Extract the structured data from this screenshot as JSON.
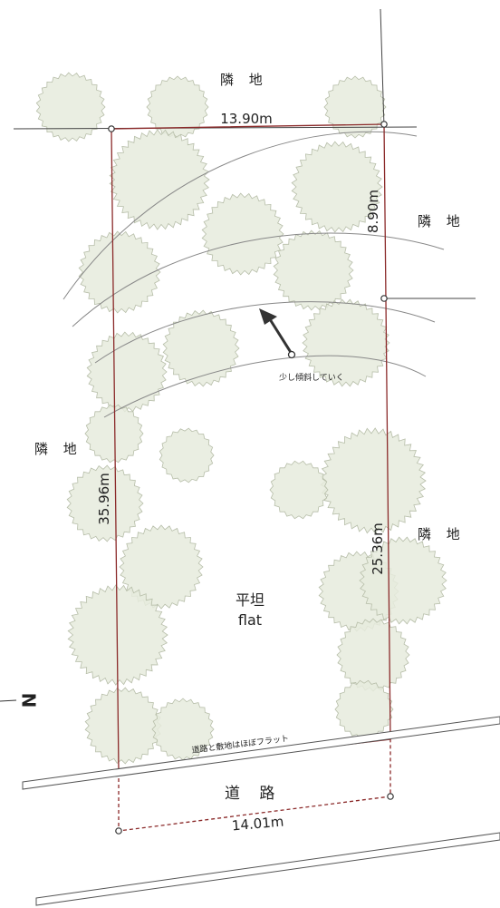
{
  "labels": {
    "neighbor_top": "隣 地",
    "neighbor_right_upper": "隣 地",
    "neighbor_left": "隣 地",
    "neighbor_right_lower": "隣 地",
    "road": "道 路",
    "flat_jp": "平坦",
    "flat_en": "flat",
    "slope_note": "少し傾斜していく",
    "road_note": "道路と敷地はほぼフラット",
    "north_symbol": "N"
  },
  "dimensions": {
    "top": "13.90m",
    "right_upper": "8.90m",
    "left": "35.96m",
    "right_lower": "25.36m",
    "road_width": "14.01m"
  },
  "colors": {
    "boundary": "#8b2a2a",
    "tree_fill": "#e6ebdd",
    "tree_stroke": "#b7bea9",
    "contour": "#777777",
    "road_line": "#666666"
  }
}
